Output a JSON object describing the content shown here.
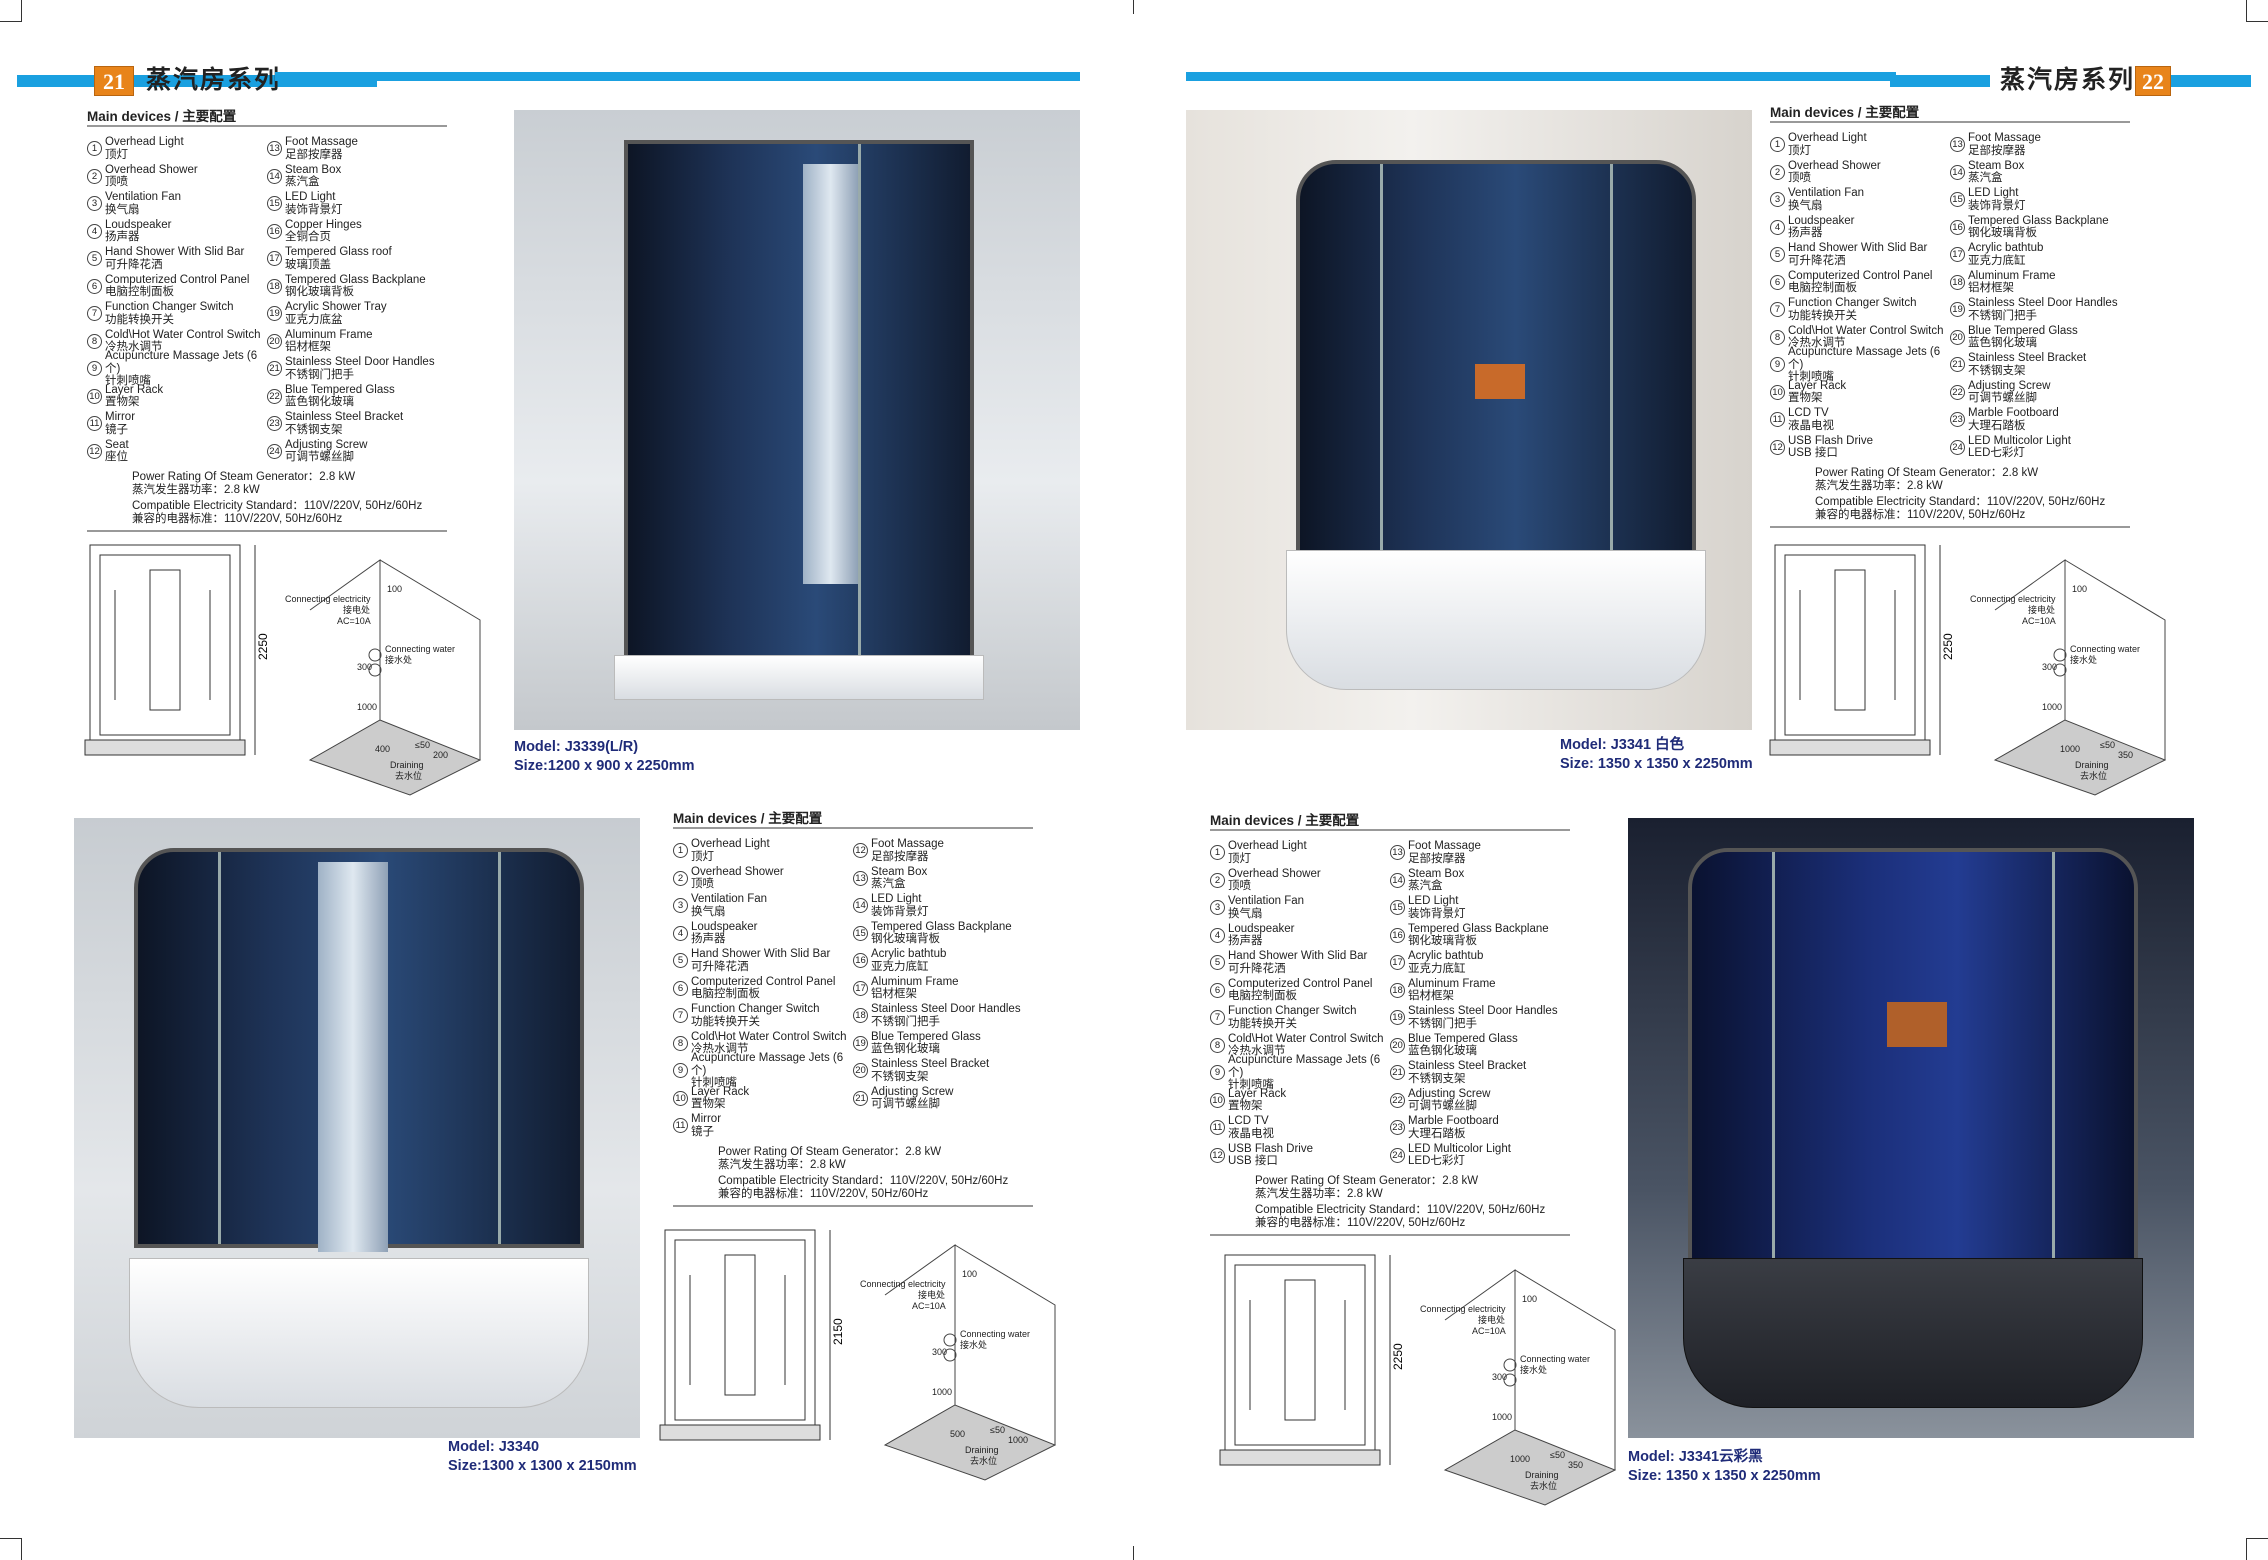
{
  "header_left": {
    "page": "21",
    "title": "蒸汽房系列"
  },
  "header_right": {
    "page": "22",
    "title": "蒸汽房系列"
  },
  "colors": {
    "accent_blue": "#1aa0e0",
    "page_orange": "#e8841a",
    "model_blue": "#1f2b78"
  },
  "products": [
    {
      "heading": "Main devices / 主要配置",
      "split": 12,
      "items": [
        [
          "Overhead Light",
          "顶灯"
        ],
        [
          "Overhead Shower",
          "顶喷"
        ],
        [
          "Ventilation Fan",
          "换气扇"
        ],
        [
          "Loudspeaker",
          "扬声器"
        ],
        [
          "Hand Shower With Slid Bar",
          "可升降花洒"
        ],
        [
          "Computerized Control Panel",
          "电脑控制面板"
        ],
        [
          "Function Changer Switch",
          "功能转换开关"
        ],
        [
          "Cold\\Hot Water Control Switch",
          "冷热水调节"
        ],
        [
          "Acupuncture Massage Jets (6个)",
          "针刺喷嘴"
        ],
        [
          "Layer Rack",
          "置物架"
        ],
        [
          "Mirror",
          "镜子"
        ],
        [
          "Seat",
          "座位"
        ],
        [
          "Foot Massage",
          "足部按摩器"
        ],
        [
          "Steam Box",
          "蒸汽盒"
        ],
        [
          "LED Light",
          "装饰背景灯"
        ],
        [
          "Copper Hinges",
          "全铜合页"
        ],
        [
          "Tempered Glass roof",
          "玻璃顶盖"
        ],
        [
          "Tempered Glass Backplane",
          "钢化玻璃背板"
        ],
        [
          "Acrylic Shower Tray",
          "亚克力底盆"
        ],
        [
          "Aluminum Frame",
          "铝材框架"
        ],
        [
          "Stainless Steel Door Handles",
          "不锈钢门把手"
        ],
        [
          "Blue Tempered Glass",
          "蓝色钢化玻璃"
        ],
        [
          "Stainless Steel Bracket",
          "不锈钢支架"
        ],
        [
          "Adjusting Screw",
          "可调节螺丝脚"
        ]
      ],
      "power_en": "Power Rating Of Steam Generator：2.8 kW",
      "power_cn": "蒸汽发生器功率：2.8 kW",
      "elec_en": "Compatible Electricity Standard：110V/220V, 50Hz/60Hz",
      "elec_cn": "兼容的电器标准：110V/220V, 50Hz/60Hz",
      "model": "Model: J3339(L/R)",
      "size": "Size:1200 x 900 x 2250mm",
      "height_dim": "2250",
      "install": {
        "elec": "Connecting electricity",
        "elec_cn": "接电处",
        "ac": "AC=10A",
        "water": "Connecting water",
        "water_cn": "接水处",
        "drain": "Draining",
        "drain_cn": "去水位",
        "d1": "100",
        "d2": "300",
        "d3": "1000",
        "d4": "400",
        "d5": "≤50",
        "d6": "200"
      }
    },
    {
      "heading": "Main devices / 主要配置",
      "split": 12,
      "items": [
        [
          "Overhead Light",
          "顶灯"
        ],
        [
          "Overhead Shower",
          "顶喷"
        ],
        [
          "Ventilation Fan",
          "换气扇"
        ],
        [
          "Loudspeaker",
          "扬声器"
        ],
        [
          "Hand Shower With Slid Bar",
          "可升降花洒"
        ],
        [
          "Computerized Control Panel",
          "电脑控制面板"
        ],
        [
          "Function Changer Switch",
          "功能转换开关"
        ],
        [
          "Cold\\Hot Water Control Switch",
          "冷热水调节"
        ],
        [
          "Acupuncture Massage Jets (6个)",
          "针刺喷嘴"
        ],
        [
          "Layer Rack",
          "置物架"
        ],
        [
          "LCD   TV",
          "液晶电视"
        ],
        [
          "USB Flash Drive",
          "USB 接口"
        ],
        [
          "Foot Massage",
          "足部按摩器"
        ],
        [
          "Steam Box",
          "蒸汽盒"
        ],
        [
          "LED Light",
          "装饰背景灯"
        ],
        [
          "Tempered Glass Backplane",
          "钢化玻璃背板"
        ],
        [
          "Acrylic bathtub",
          "亚克力底缸"
        ],
        [
          "Aluminum Frame",
          "铝材框架"
        ],
        [
          "Stainless Steel Door Handles",
          "不锈钢门把手"
        ],
        [
          "Blue Tempered Glass",
          "蓝色钢化玻璃"
        ],
        [
          "Stainless Steel Bracket",
          "不锈钢支架"
        ],
        [
          "Adjusting Screw",
          "可调节螺丝脚"
        ],
        [
          "Marble Footboard",
          "大理石踏板"
        ],
        [
          "LED Multicolor Light",
          "LED七彩灯"
        ]
      ],
      "power_en": "Power Rating Of Steam Generator：2.8 kW",
      "power_cn": "蒸汽发生器功率：2.8 kW",
      "elec_en": "Compatible Electricity Standard：110V/220V, 50Hz/60Hz",
      "elec_cn": "兼容的电器标准：110V/220V, 50Hz/60Hz",
      "model": "Model: J3341 白色",
      "size": "Size: 1350 x 1350 x 2250mm",
      "height_dim": "2250",
      "install": {
        "elec": "Connecting electricity",
        "elec_cn": "接电处",
        "ac": "AC=10A",
        "water": "Connecting water",
        "water_cn": "接水处",
        "drain": "Draining",
        "drain_cn": "去水位",
        "d1": "100",
        "d2": "300",
        "d3": "1000",
        "d4": "1000",
        "d5": "≤50",
        "d6": "350"
      }
    },
    {
      "heading": "Main devices / 主要配置",
      "split": 11,
      "items": [
        [
          "Overhead Light",
          "顶灯"
        ],
        [
          "Overhead Shower",
          "顶喷"
        ],
        [
          "Ventilation Fan",
          "换气扇"
        ],
        [
          "Loudspeaker",
          "扬声器"
        ],
        [
          "Hand Shower With Slid Bar",
          "可升降花洒"
        ],
        [
          "Computerized Control Panel",
          "电脑控制面板"
        ],
        [
          "Function Changer Switch",
          "功能转换开关"
        ],
        [
          "Cold\\Hot Water Control Switch",
          "冷热水调节"
        ],
        [
          "Acupuncture Massage Jets (6个)",
          "针刺喷嘴"
        ],
        [
          "Layer Rack",
          "置物架"
        ],
        [
          "Mirror",
          "镜子"
        ],
        [
          "Foot Massage",
          "足部按摩器"
        ],
        [
          "Steam Box",
          "蒸汽盒"
        ],
        [
          "LED Light",
          "装饰背景灯"
        ],
        [
          "Tempered Glass Backplane",
          "钢化玻璃背板"
        ],
        [
          "Acrylic bathtub",
          "亚克力底缸"
        ],
        [
          "Aluminum Frame",
          "铝材框架"
        ],
        [
          "Stainless Steel Door Handles",
          "不锈钢门把手"
        ],
        [
          "Blue Tempered Glass",
          "蓝色钢化玻璃"
        ],
        [
          "Stainless Steel Bracket",
          "不锈钢支架"
        ],
        [
          "Adjusting Screw",
          "可调节螺丝脚"
        ]
      ],
      "power_en": "Power Rating Of Steam Generator：2.8 kW",
      "power_cn": "蒸汽发生器功率：2.8 kW",
      "elec_en": "Compatible Electricity Standard：110V/220V, 50Hz/60Hz",
      "elec_cn": "兼容的电器标准：110V/220V, 50Hz/60Hz",
      "model": "Model: J3340",
      "size": "Size:1300 x 1300 x 2150mm",
      "height_dim": "2150",
      "install": {
        "elec": "Connecting electricity",
        "elec_cn": "接电处",
        "ac": "AC=10A",
        "water": "Connecting water",
        "water_cn": "接水处",
        "drain": "Draining",
        "drain_cn": "去水位",
        "d1": "100",
        "d2": "300",
        "d3": "1000",
        "d4": "500",
        "d5": "≤50",
        "d6": "1000"
      }
    },
    {
      "heading": "Main devices / 主要配置",
      "split": 12,
      "items": [
        [
          "Overhead Light",
          "顶灯"
        ],
        [
          "Overhead Shower",
          "顶喷"
        ],
        [
          "Ventilation Fan",
          "换气扇"
        ],
        [
          "Loudspeaker",
          "扬声器"
        ],
        [
          "Hand Shower With Slid Bar",
          "可升降花洒"
        ],
        [
          "Computerized Control Panel",
          "电脑控制面板"
        ],
        [
          "Function Changer Switch",
          "功能转换开关"
        ],
        [
          "Cold\\Hot Water Control Switch",
          "冷热水调节"
        ],
        [
          "Acupuncture Massage Jets (6个)",
          "针刺喷嘴"
        ],
        [
          "Layer Rack",
          "置物架"
        ],
        [
          "LCD   TV",
          "液晶电视"
        ],
        [
          "USB Flash Drive",
          "USB 接口"
        ],
        [
          "Foot Massage",
          "足部按摩器"
        ],
        [
          "Steam Box",
          "蒸汽盒"
        ],
        [
          "LED Light",
          "装饰背景灯"
        ],
        [
          "Tempered Glass Backplane",
          "钢化玻璃背板"
        ],
        [
          "Acrylic bathtub",
          "亚克力底缸"
        ],
        [
          "Aluminum Frame",
          "铝材框架"
        ],
        [
          "Stainless Steel Door Handles",
          "不锈钢门把手"
        ],
        [
          "Blue Tempered Glass",
          "蓝色钢化玻璃"
        ],
        [
          "Stainless Steel Bracket",
          "不锈钢支架"
        ],
        [
          "Adjusting Screw",
          "可调节螺丝脚"
        ],
        [
          "Marble Footboard",
          "大理石踏板"
        ],
        [
          "LED Multicolor Light",
          "LED七彩灯"
        ]
      ],
      "power_en": "Power Rating Of Steam Generator：2.8 kW",
      "power_cn": "蒸汽发生器功率：2.8 kW",
      "elec_en": "Compatible Electricity Standard：110V/220V, 50Hz/60Hz",
      "elec_cn": "兼容的电器标准：110V/220V, 50Hz/60Hz",
      "model": "Model: J3341云彩黑",
      "size": "Size: 1350 x 1350 x 2250mm",
      "height_dim": "2250",
      "install": {
        "elec": "Connecting electricity",
        "elec_cn": "接电处",
        "ac": "AC=10A",
        "water": "Connecting water",
        "water_cn": "接水处",
        "drain": "Draining",
        "drain_cn": "去水位",
        "d1": "100",
        "d2": "300",
        "d3": "1000",
        "d4": "1000",
        "d5": "≤50",
        "d6": "350"
      }
    }
  ]
}
